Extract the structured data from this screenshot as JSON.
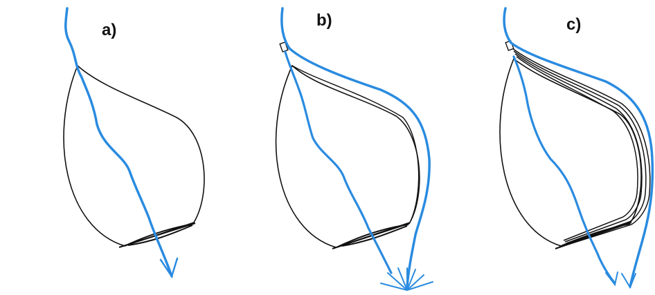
{
  "panels": [
    {
      "label": "a)"
    },
    {
      "label": "b)"
    },
    {
      "label": "c)"
    }
  ],
  "colors": {
    "flow": "#2a8be0",
    "outline": "#111111",
    "background": "#ffffff"
  }
}
